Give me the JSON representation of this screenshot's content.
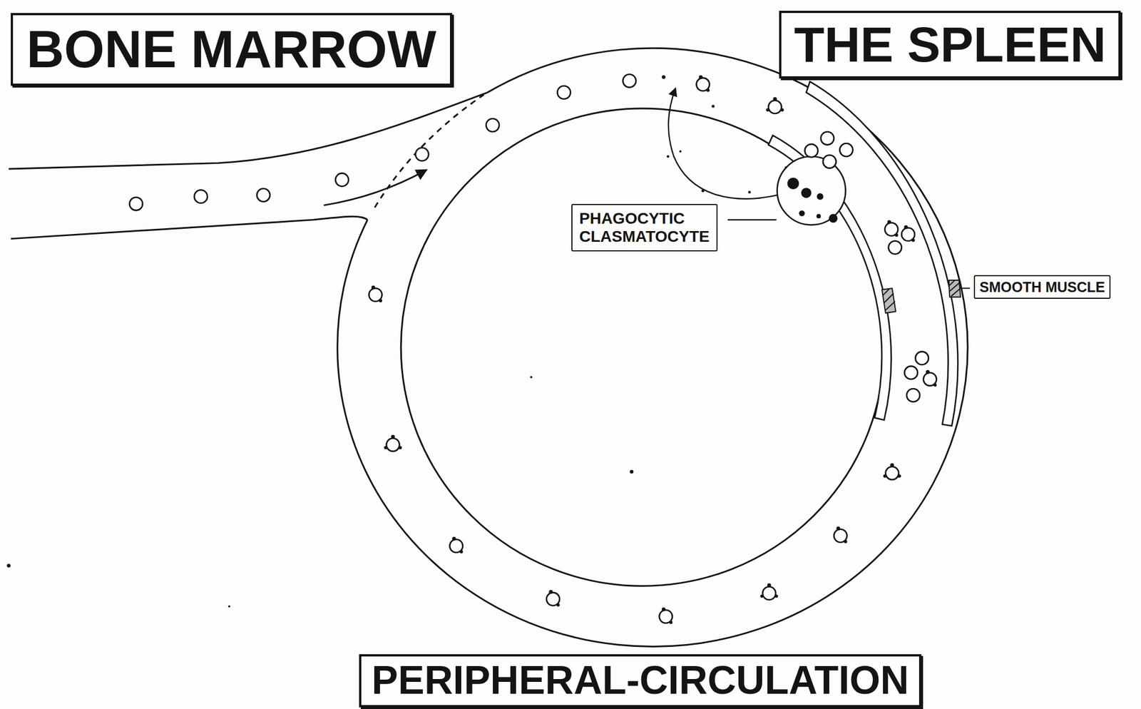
{
  "diagram": {
    "nodes": [
      {
        "text": [
          "BONE MARROW"
        ]
      },
      {
        "text": [
          "THE SPLEEN"
        ]
      },
      {
        "text": [
          "PHAGOCYTIC CLASMATOCYTE"
        ]
      },
      {
        "text": [
          "SMOOTH MUSCLE"
        ]
      },
      {
        "text": [
          "PERIPHERAL-CIRCULATION"
        ]
      }
    ]
  }
}
